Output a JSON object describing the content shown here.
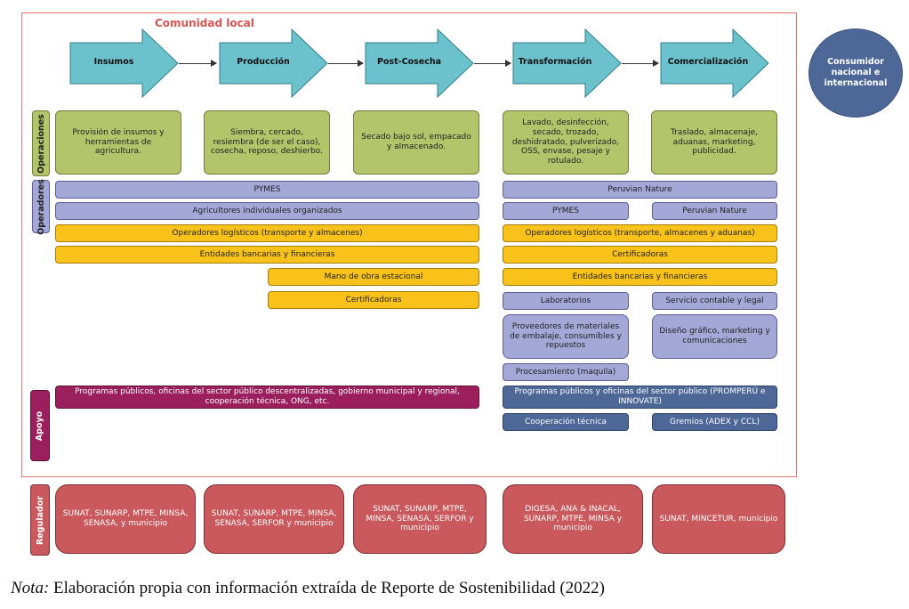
{
  "frame_label": "Comunidad local",
  "consumer": "Consumidor nacional e internacional",
  "stages": [
    "Insumos",
    "Producción",
    "Post-Cosecha",
    "Transformación",
    "Comercialización"
  ],
  "sections": {
    "operaciones": "Operaciones",
    "operadores": "Operadores",
    "apoyo": "Apoyo",
    "regulador": "Regulador"
  },
  "operaciones": [
    "Provisión de insumos y herramientas de agricultura.",
    "Siembra, cercado, resiembra (de ser el caso), cosecha, reposo, deshierbo.",
    "Secado bajo sol, empacado y almacenado.",
    "Lavado, desinfección, secado, trozado, deshidratado, pulverizado, OSS, envase, pesaje y rotulado.",
    "Traslado, almacenaje, aduanas, marketing, publicidad."
  ],
  "operadores": {
    "left_pymes": "PYMES",
    "left_agricultores": "Agricultores individuales organizados",
    "left_logisticos": "Operadores logísticos (transporte y almacenes)",
    "left_bancarias": "Entidades bancarias y financieras",
    "left_mano_obra": "Mano de obra estacional",
    "left_certificadoras": "Certificadoras",
    "right_peruvian_wide": "Peruvian Nature",
    "right_pymes": "PYMES",
    "right_peruvian": "Peruvian Nature",
    "right_logisticos": "Operadores logísticos (transporte, almacenes y aduanas)",
    "right_certificadoras": "Certificadoras",
    "right_bancarias": "Entidades bancarias y financieras",
    "right_laboratorios": "Laboratorios",
    "right_contable": "Servicio contable y legal",
    "right_proveedores": "Proveedores de materiales de embalaje, consumibles y repuestos",
    "right_diseno": "Diseño gráfico, marketing y comunicaciones",
    "right_procesamiento": "Procesamiento (maquila)"
  },
  "apoyo": {
    "left": "Programas públicos, oficinas del sector público descentralizadas, gobierno municipal y regional, cooperación técnica, ONG, etc.",
    "right_programas": "Programas públicos y oficinas del sector público (PROMPERÚ e INNOVATE)",
    "right_cooperacion": "Cooperación técnica",
    "right_gremios": "Gremios (ADEX y CCL)"
  },
  "regulador": [
    "SUNAT, SUNARP, MTPE, MINSA, SENASA, y municipio",
    "SUNAT, SUNARP, MTPE, MINSA, SENASA, SERFOR y municipio",
    "SUNAT, SUNARP, MTPE, MINSA, SENASA, SERFOR y municipio",
    "DIGESA, ANA & INACAL, SUNARP, MTPE, MINSA y municipio",
    "SUNAT, MINCETUR, municipio"
  ],
  "note": {
    "label": "Nota:",
    "text": " Elaboración propia con información extraída de Reporte de Sostenibilidad (2022)"
  },
  "colors": {
    "arrow": "#6bc2cc",
    "frame": "#e2766c",
    "green": "#b4c46b",
    "purple": "#a3a8d6",
    "yellow": "#f8c21a",
    "apoyo": "#9c1f5d",
    "blue_dark": "#4d6797",
    "red": "#c9595c"
  }
}
